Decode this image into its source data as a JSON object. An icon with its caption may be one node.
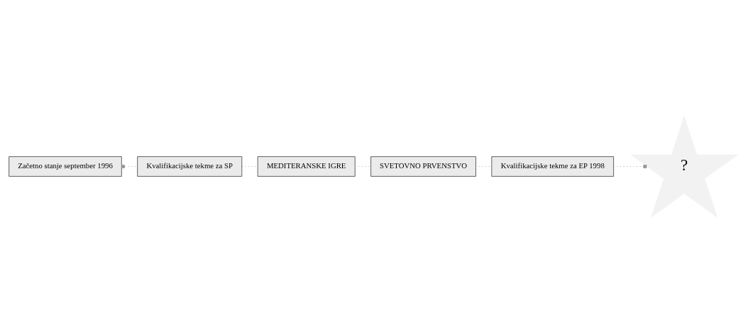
{
  "diagram": {
    "nodes": [
      {
        "text": [
          "Začetno stanje september 1996"
        ]
      },
      {
        "text": [
          "Kvalifikacijske tekme za SP"
        ]
      },
      {
        "text": [
          "MEDITERANSKE IGRE"
        ]
      },
      {
        "text": [
          "SVETOVNO PRVENSTVO"
        ]
      },
      {
        "text": [
          "Kvalifikacijske tekme za EP 1998"
        ]
      },
      {
        "text": [
          "?"
        ]
      }
    ],
    "edges": [
      {
        "from": 0,
        "to": 1,
        "arrow": "other",
        "style": "dashed"
      },
      {
        "from": 1,
        "to": 2,
        "arrow": "none",
        "style": "dashed"
      },
      {
        "from": 2,
        "to": 3,
        "arrow": "none",
        "style": "dashed"
      },
      {
        "from": 3,
        "to": 4,
        "arrow": "none",
        "style": "dashed"
      },
      {
        "from": 4,
        "to": 5,
        "arrow": "other",
        "style": "dashed"
      }
    ]
  }
}
